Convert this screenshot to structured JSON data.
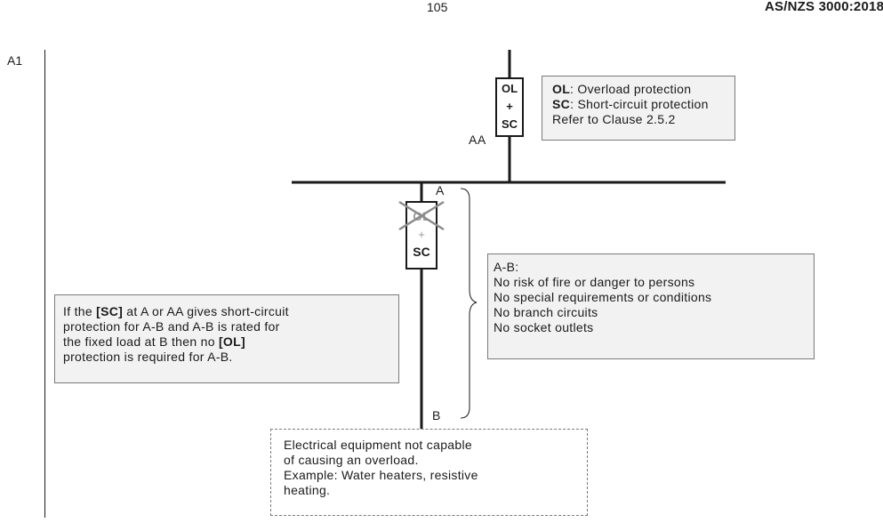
{
  "header": {
    "page_number": "105",
    "standard_code": "AS/NZS 3000:2018"
  },
  "margin_label": "A1",
  "upper_device": {
    "line1": "OL",
    "line2": "+",
    "line3": "SC",
    "point_label": "AA"
  },
  "lower_device": {
    "line1": "+",
    "line2": "SC",
    "point_label_top": "A",
    "point_label_bottom": "B"
  },
  "legend_box": {
    "line1_bold": "OL",
    "line1_text": ": Overload protection",
    "line2_bold": "SC",
    "line2_text": ": Short-circuit protection",
    "line3": "Refer to Clause 2.5.2"
  },
  "ab_box": {
    "lines": [
      "A-B:",
      "No risk of fire or danger to persons",
      "No special requirements or conditions",
      "No branch circuits",
      "No socket outlets"
    ]
  },
  "sc_note": {
    "part1": "If the ",
    "sc_tag": "[SC]",
    "part2": " at A or AA gives short-circuit",
    "line2": "protection for A-B and A-B is rated for",
    "line3_part1": "the fixed load at B then no ",
    "ol_tag": "[OL]",
    "line4": "protection is required for A-B."
  },
  "equipment_box": {
    "lines": [
      "Electrical equipment not capable",
      "of causing an overload.",
      "Example:  Water heaters, resistive",
      "heating."
    ]
  },
  "colors": {
    "line": "#1a1a1a",
    "box_fill": "#f2f2f2",
    "box_border": "#7a7a7a",
    "cross": "#8c8c8c",
    "faded_text": "#9a9a9a"
  }
}
